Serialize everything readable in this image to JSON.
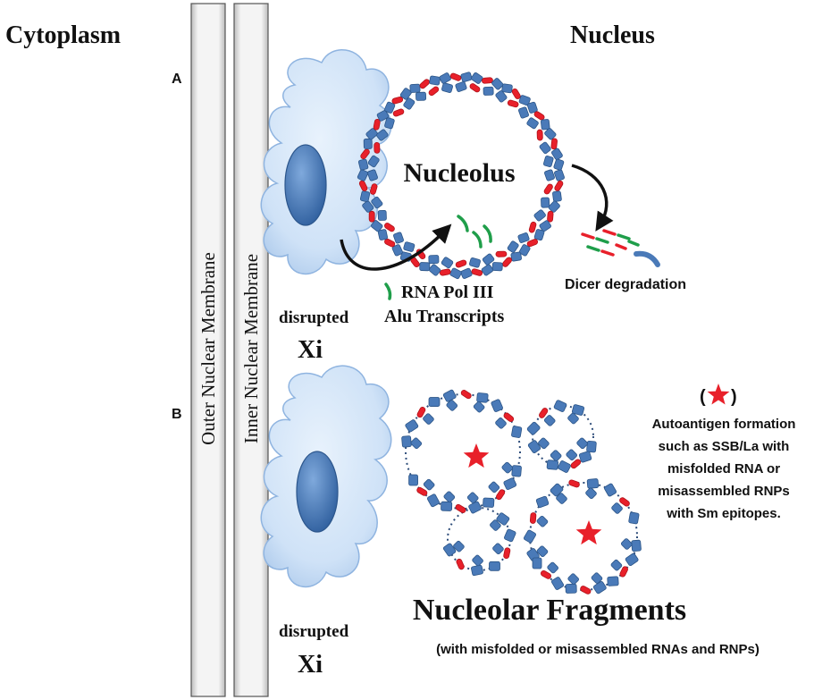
{
  "labels": {
    "cytoplasm": "Cytoplasm",
    "nucleus": "Nucleus",
    "panel_a": "A",
    "panel_b": "B",
    "outer_membrane": "Outer Nuclear Membrane",
    "inner_membrane": "Inner Nuclear Membrane",
    "disrupted_a": "disrupted",
    "xi_a": "Xi",
    "disrupted_b": "disrupted",
    "xi_b": "Xi",
    "nucleolus": "Nucleolus",
    "rna_pol_line1": "RNA Pol III",
    "rna_pol_line2": "Alu Transcripts",
    "dicer": "Dicer degradation",
    "legend_paren_open": "(",
    "legend_paren_close": ")",
    "autoantigen_lines": [
      "Autoantigen formation",
      "such as SSB/La with",
      "misfolded RNA or",
      "misassembled RNPs",
      "with Sm epitopes."
    ],
    "fragments_title": "Nucleolar Fragments",
    "fragments_subtitle": "(with misfolded or misassembled RNAs and RNPs)"
  },
  "colors": {
    "protein_blue": "#4a7ab8",
    "rna_red": "#e8202a",
    "transcript_green": "#1f9e4a",
    "cell_fill": "#cfe2f7",
    "chromosome_fill": "#4f86c6",
    "star_red": "#e8202a"
  }
}
